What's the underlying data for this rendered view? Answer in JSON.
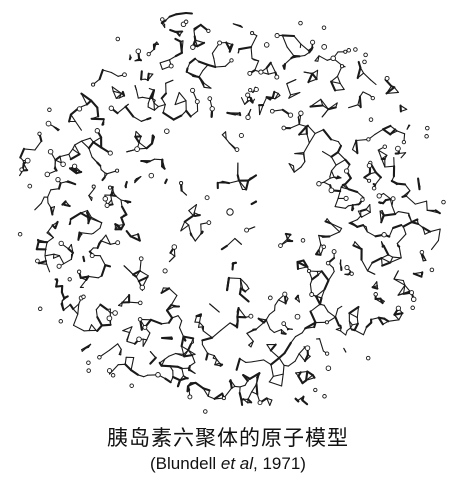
{
  "caption": {
    "title": "胰岛素六聚体的原子模型",
    "citation": {
      "open": "(Blundell ",
      "emphasis": "et al",
      "close": ", 1971)"
    }
  },
  "figure": {
    "stroke_color": "#1a1a1a",
    "background_color": "#ffffff"
  }
}
